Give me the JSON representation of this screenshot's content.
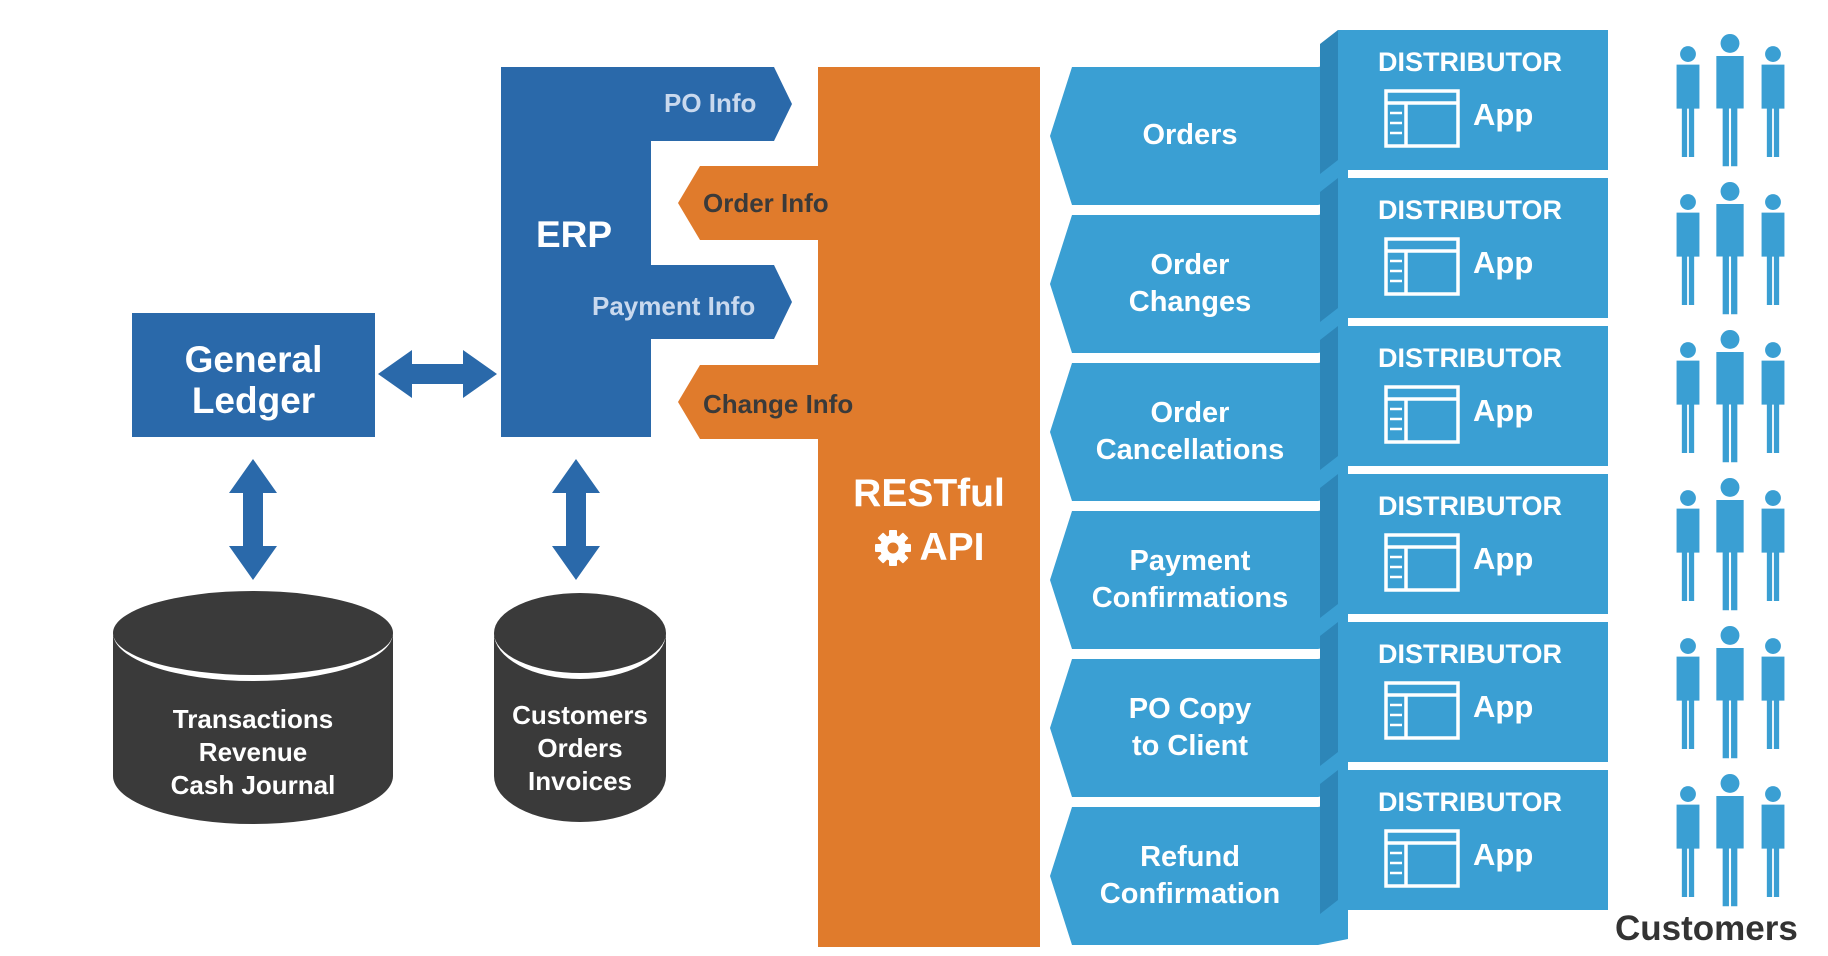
{
  "colors": {
    "blue_dark": "#2a69aa",
    "blue_light": "#3a9fd3",
    "orange": "#e07b2c",
    "db_dark": "#3a3a3a"
  },
  "general_ledger": {
    "line1": "General",
    "line2": "Ledger"
  },
  "erp": {
    "title": "ERP",
    "outgoing": [
      "PO Info",
      "Payment Info"
    ],
    "incoming": [
      "Order Info",
      "Change Info"
    ]
  },
  "databases": [
    {
      "lines": [
        "Transactions",
        "Revenue",
        "Cash Journal"
      ]
    },
    {
      "lines": [
        "Customers",
        "Orders",
        "Invoices"
      ]
    }
  ],
  "api": {
    "line1": "RESTful",
    "line2": "API",
    "icon": "gear-icon"
  },
  "services": [
    {
      "lines": [
        "Orders"
      ]
    },
    {
      "lines": [
        "Order",
        "Changes"
      ]
    },
    {
      "lines": [
        "Order",
        "Cancellations"
      ]
    },
    {
      "lines": [
        "Payment",
        "Confirmations"
      ]
    },
    {
      "lines": [
        "PO Copy",
        "to Client"
      ]
    },
    {
      "lines": [
        "Refund",
        "Confirmation"
      ]
    }
  ],
  "distributors": [
    {
      "title": "DISTRIBUTOR",
      "app": "App"
    },
    {
      "title": "DISTRIBUTOR",
      "app": "App"
    },
    {
      "title": "DISTRIBUTOR",
      "app": "App"
    },
    {
      "title": "DISTRIBUTOR",
      "app": "App"
    },
    {
      "title": "DISTRIBUTOR",
      "app": "App"
    },
    {
      "title": "DISTRIBUTOR",
      "app": "App"
    }
  ],
  "customers_label": "Customers"
}
